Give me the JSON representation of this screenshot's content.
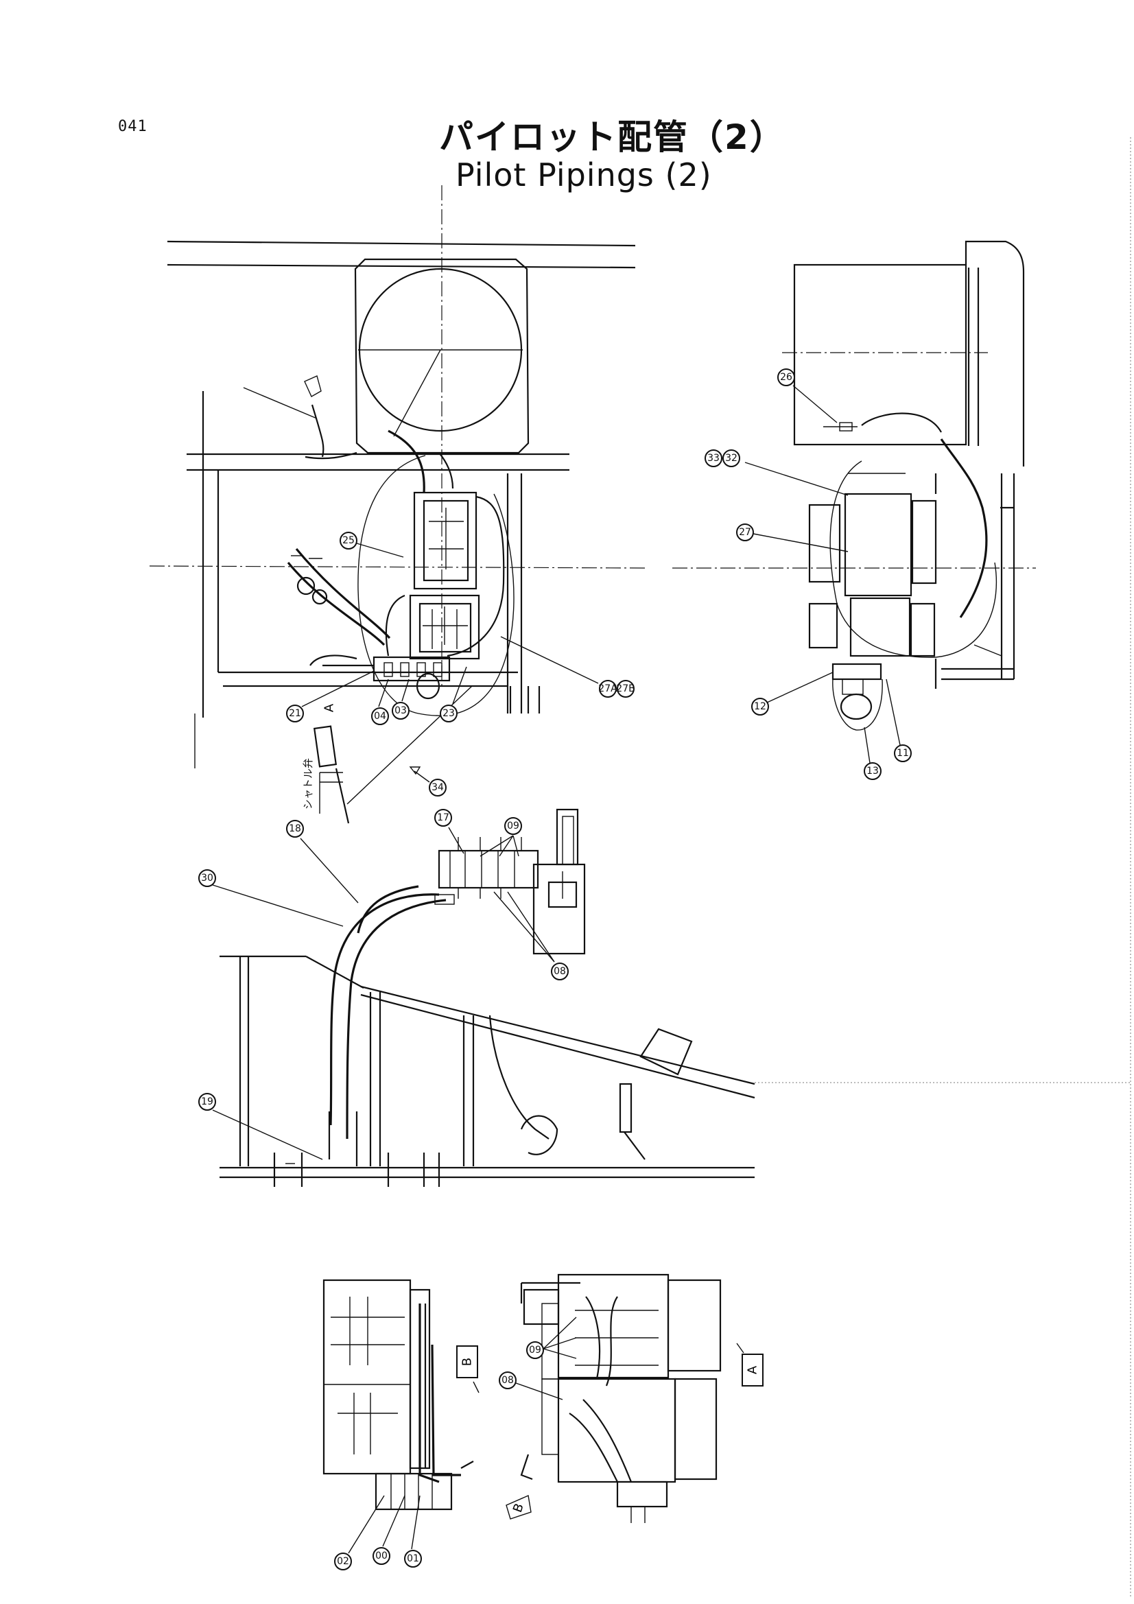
{
  "page_code": "041",
  "title_jp": "パイロット配管（2）",
  "title_en": "Pilot Pipings (2)",
  "callouts": {
    "c26": "26",
    "c33": "33",
    "c32": "32",
    "c27": "27",
    "c25": "25",
    "c21": "21",
    "c04": "04",
    "c03": "03",
    "c23": "23",
    "c34": "34",
    "c27A": "27A",
    "c27B": "27B",
    "c12": "12",
    "c13": "13",
    "c11": "11",
    "c17": "17",
    "c09a": "09",
    "c18": "18",
    "c30": "30",
    "c08a": "08",
    "c19": "19",
    "c09b": "09",
    "c08b": "08",
    "c02": "02",
    "c00": "00",
    "c01": "01"
  },
  "view_markers": {
    "a_top": "A",
    "a_box": "A",
    "b_box": "B",
    "b_bottom": "B"
  },
  "vertical_label": "シャトル弁"
}
